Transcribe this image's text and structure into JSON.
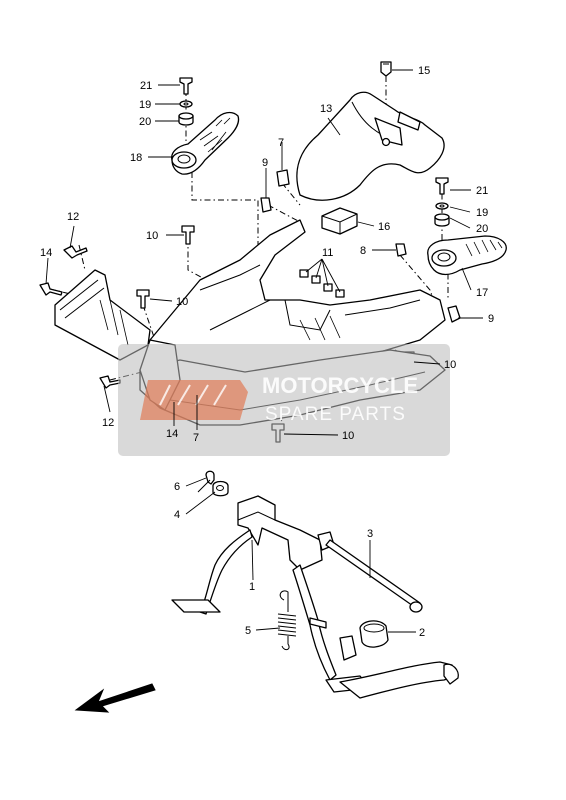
{
  "callouts": [
    {
      "id": "c1",
      "text": "1"
    },
    {
      "id": "c2",
      "text": "2"
    },
    {
      "id": "c3",
      "text": "3"
    },
    {
      "id": "c4",
      "text": "4"
    },
    {
      "id": "c5",
      "text": "5"
    },
    {
      "id": "c6",
      "text": "6"
    },
    {
      "id": "c7a",
      "text": "7"
    },
    {
      "id": "c7b",
      "text": "7"
    },
    {
      "id": "c8",
      "text": "8"
    },
    {
      "id": "c9a",
      "text": "9"
    },
    {
      "id": "c9b",
      "text": "9"
    },
    {
      "id": "c10a",
      "text": "10"
    },
    {
      "id": "c10b",
      "text": "10"
    },
    {
      "id": "c10c",
      "text": "10"
    },
    {
      "id": "c10d",
      "text": "10"
    },
    {
      "id": "c11",
      "text": "11"
    },
    {
      "id": "c12a",
      "text": "12"
    },
    {
      "id": "c12b",
      "text": "12"
    },
    {
      "id": "c13",
      "text": "13"
    },
    {
      "id": "c14a",
      "text": "14"
    },
    {
      "id": "c14b",
      "text": "14"
    },
    {
      "id": "c15",
      "text": "15"
    },
    {
      "id": "c16",
      "text": "16"
    },
    {
      "id": "c17",
      "text": "17"
    },
    {
      "id": "c18",
      "text": "18"
    },
    {
      "id": "c19a",
      "text": "19"
    },
    {
      "id": "c19b",
      "text": "19"
    },
    {
      "id": "c20a",
      "text": "20"
    },
    {
      "id": "c20b",
      "text": "20"
    },
    {
      "id": "c21a",
      "text": "21"
    },
    {
      "id": "c21b",
      "text": "21"
    }
  ],
  "watermark": {
    "line1": "MOTORCYCLE",
    "line2": "SPARE PARTS"
  },
  "colors": {
    "ink": "#000000",
    "watermark_gray": "#b9b9b9",
    "watermark_logo": "#e07a55"
  }
}
